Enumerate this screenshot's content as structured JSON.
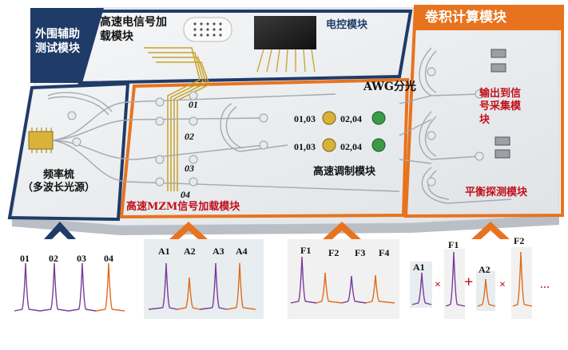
{
  "blocks": {
    "auxiliary_test": "外围辅助\n测试模块",
    "highspeed_electrical_loading": "高速电信号加\n载模块",
    "electrical_control": "电控模块",
    "convolution_compute": "卷积计算模块",
    "output_to_signal_acquisition": "输出到信\n号采集模\n块",
    "balanced_detection": "平衡探测模块",
    "awg_split": "AWG分光",
    "highspeed_modulation": "高速调制模块",
    "mzm_signal_loading": "高速MZM信号加载模块",
    "comb_source": "频率梳\n（多波长光源）"
  },
  "chip_labels": {
    "mzm": [
      "01",
      "02",
      "03",
      "04"
    ],
    "mod_top": [
      "01,03",
      "02,04"
    ],
    "mod_bottom": [
      "01,03",
      "02,04"
    ]
  },
  "bottom_panels": {
    "panel1_labels": [
      "01",
      "02",
      "03",
      "04"
    ],
    "panel2_labels": [
      "A1",
      "A2",
      "A3",
      "A4"
    ],
    "panel3_labels": [
      "F1",
      "F2",
      "F3",
      "F4"
    ],
    "panel4": {
      "a1": "A1",
      "f1": "F1",
      "a2": "A2",
      "f2": "F2",
      "times": "×",
      "plus": "+",
      "ellipsis": "…"
    }
  },
  "colors": {
    "navy": "#1f3b68",
    "orange": "#e8731e",
    "red_text": "#c0111b",
    "purple_line": "#7a3a9a",
    "orange_line": "#e06b1a",
    "gold": "#c9a227",
    "chip_grey": "#eef0f1"
  }
}
